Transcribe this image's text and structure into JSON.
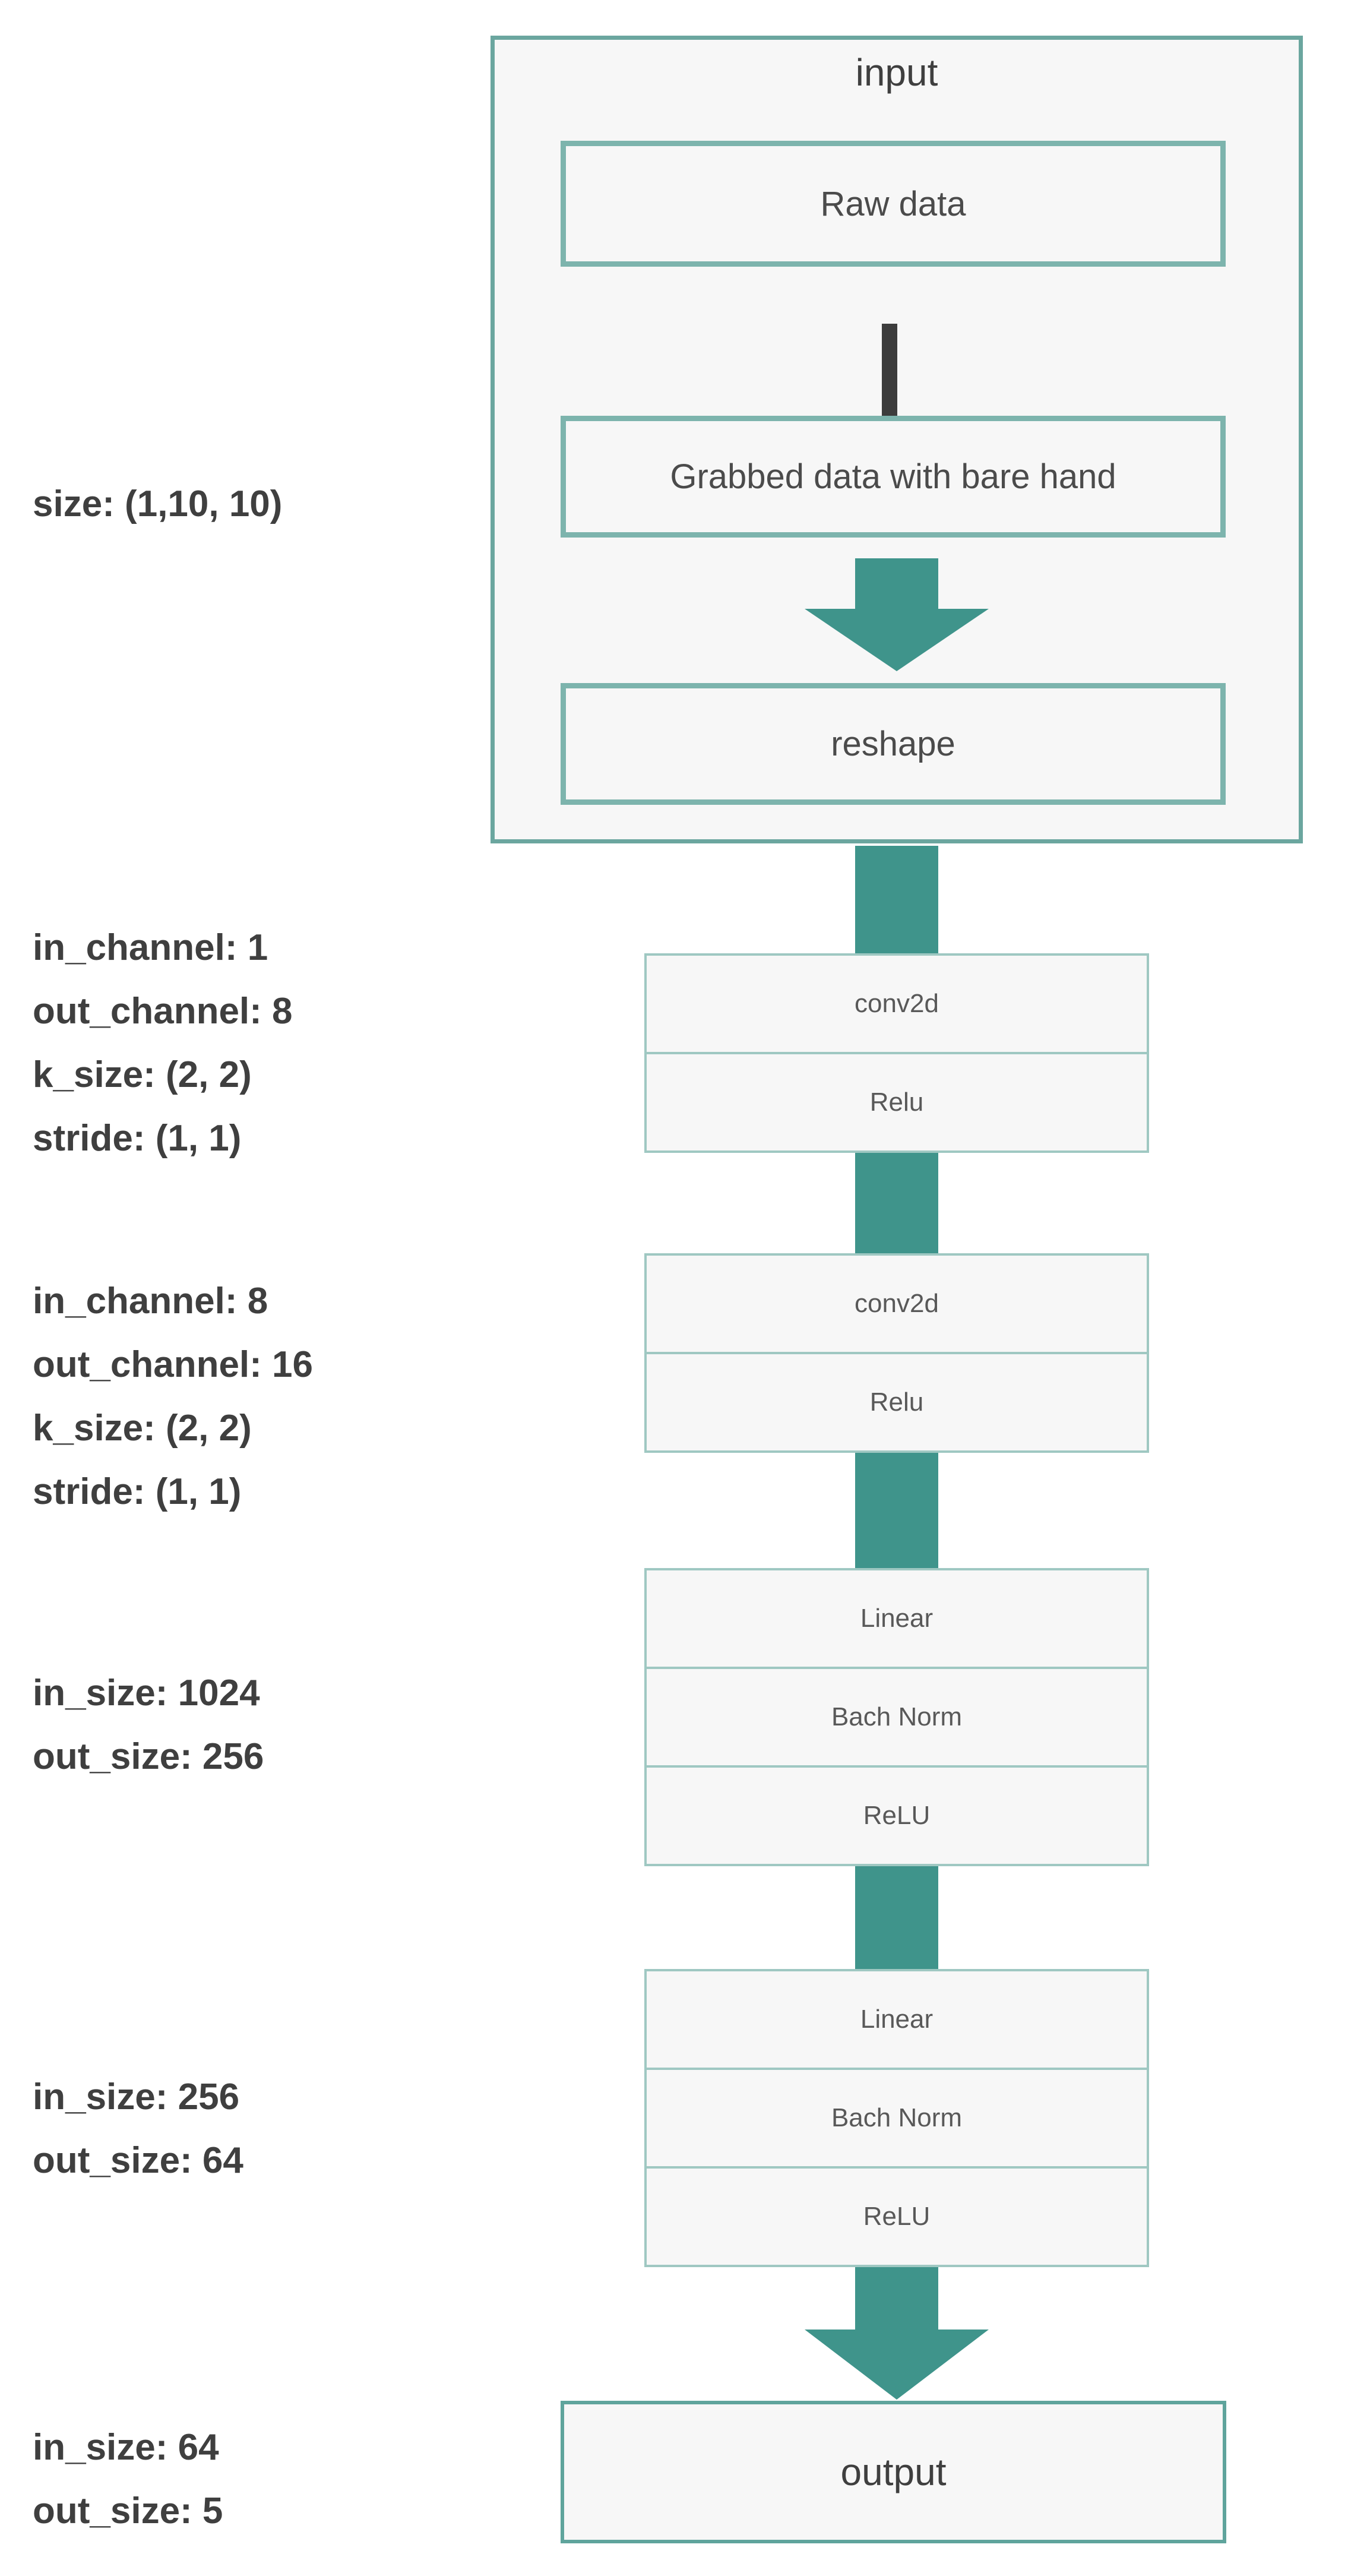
{
  "colors": {
    "teal": "#3f948b",
    "container_border": "#6ba69f",
    "node_border": "#7db4ad",
    "cell_border": "#9fc8c2",
    "output_border": "#5fa49c",
    "box_fill": "#f7f7f7",
    "bar": "#3d3d3d",
    "label_text": "#3f3f3f",
    "node_text": "#4b4b4b",
    "cell_text": "#595959"
  },
  "input_group": {
    "title": "input",
    "raw_data": "Raw data",
    "grabbed": "Grabbed data with bare hand",
    "reshape": "reshape"
  },
  "stacks": [
    {
      "cells": [
        "conv2d",
        "Relu"
      ]
    },
    {
      "cells": [
        "conv2d",
        "Relu"
      ]
    },
    {
      "cells": [
        "Linear",
        "Bach Norm",
        "ReLU"
      ]
    },
    {
      "cells": [
        "Linear",
        "Bach Norm",
        "ReLU"
      ]
    }
  ],
  "output": {
    "label": "output"
  },
  "annotations": [
    {
      "lines": [
        "size: (1,10, 10)"
      ]
    },
    {
      "lines": [
        "in_channel: 1",
        "out_channel: 8",
        "k_size: (2, 2)",
        "stride: (1, 1)"
      ]
    },
    {
      "lines": [
        "in_channel: 8",
        "out_channel: 16",
        "k_size: (2, 2)",
        "stride: (1, 1)"
      ]
    },
    {
      "lines": [
        "in_size: 1024",
        "out_size: 256"
      ]
    },
    {
      "lines": [
        "in_size: 256",
        "out_size: 64"
      ]
    },
    {
      "lines": [
        "in_size: 64",
        "out_size: 5"
      ]
    }
  ]
}
